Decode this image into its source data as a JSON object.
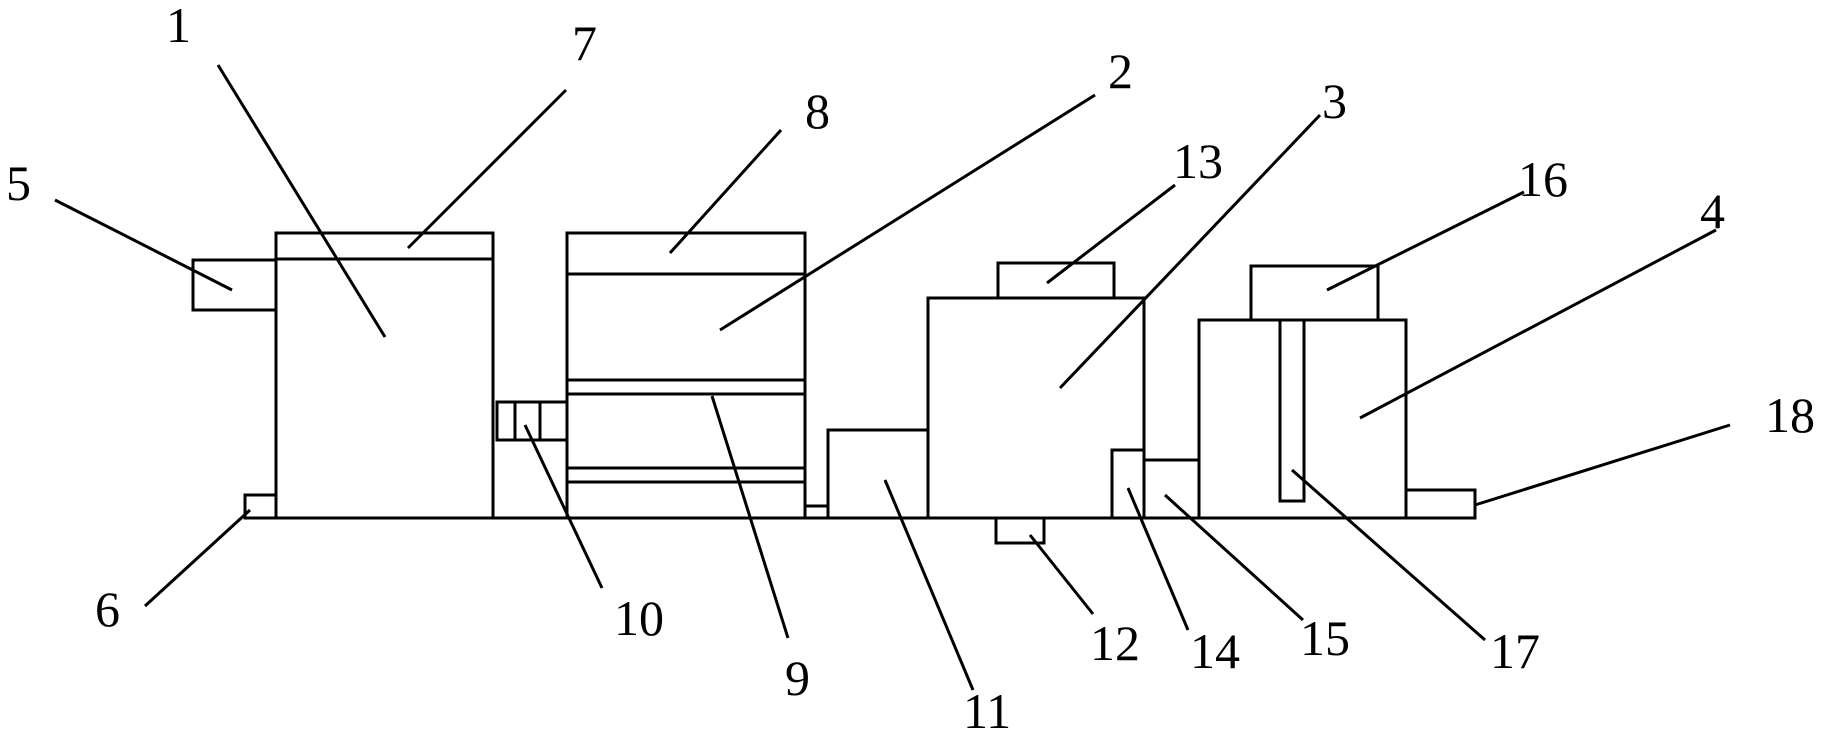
{
  "diagram": {
    "labels": {
      "l1": "1",
      "l2": "2",
      "l3": "3",
      "l4": "4",
      "l5": "5",
      "l6": "6",
      "l7": "7",
      "l8": "8",
      "l9": "9",
      "l10": "10",
      "l11": "11",
      "l12": "12",
      "l13": "13",
      "l14": "14",
      "l15": "15",
      "l16": "16",
      "l17": "17",
      "l18": "18"
    },
    "colors": {
      "stroke": "#000000",
      "background": "#ffffff"
    }
  }
}
